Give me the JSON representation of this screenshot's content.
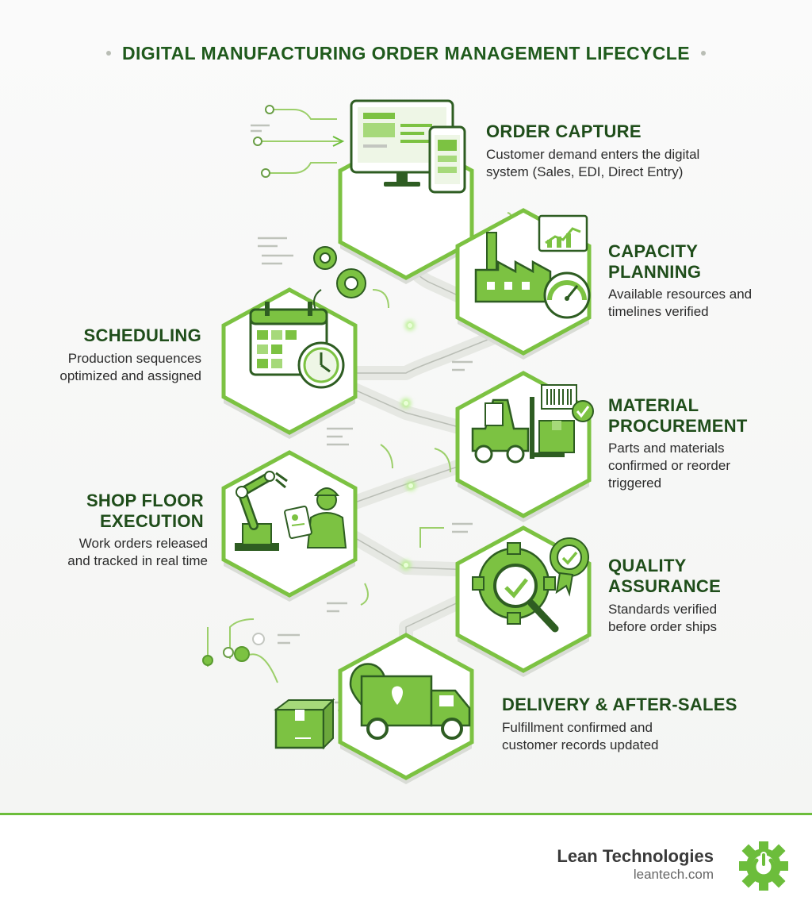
{
  "title": "DIGITAL MANUFACTURING ORDER MANAGEMENT LIFECYCLE",
  "colors": {
    "accent": "#6cbd3b",
    "dark_green": "#1f5a1c",
    "icon_green": "#7cc242",
    "hex_fill": "#ffffff",
    "hex_shadow": "#d9dcd6"
  },
  "steps": [
    {
      "title": "ORDER CAPTURE",
      "description": "Customer demand enters the digital\nsystem (Sales, EDI, Direct Entry)",
      "icon": "computer-and-phone-icon"
    },
    {
      "title": "CAPACITY\nPLANNING",
      "description": "Available resources and\ntimelines verified",
      "icon": "factory-gauge-icon"
    },
    {
      "title": "SCHEDULING",
      "description": "Production sequences\noptimized and assigned",
      "icon": "calendar-clock-icon"
    },
    {
      "title": "MATERIAL\nPROCUREMENT",
      "description": "Parts and materials\nconfirmed or reorder\ntriggered",
      "icon": "forklift-icon"
    },
    {
      "title": "SHOP FLOOR\nEXECUTION",
      "description": "Work orders released\nand tracked in real time",
      "icon": "robot-arm-worker-icon"
    },
    {
      "title": "QUALITY\nASSURANCE",
      "description": "Standards verified\nbefore order ships",
      "icon": "gear-magnifier-icon"
    },
    {
      "title": "DELIVERY & AFTER-SALES",
      "description": "Fulfillment confirmed and\ncustomer records updated",
      "icon": "delivery-truck-icon"
    }
  ],
  "footer": {
    "company": "Lean Technologies",
    "website": "leantech.com",
    "logo_icon": "power-gear-logo-icon"
  }
}
